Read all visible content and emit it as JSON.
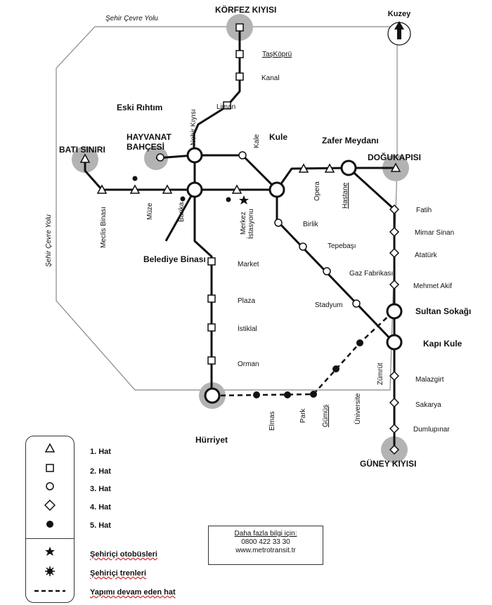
{
  "ring_road": {
    "label_top": "Şehir Çevre Yolu",
    "label_left": "Şehir Çevre Yolu"
  },
  "compass": {
    "label": "Kuzey"
  },
  "terminals": {
    "north": "KÖRFEZ KIYISI",
    "west": "BATI SINIRI",
    "east": "DOĞUKAPISI",
    "south": "GÜNEY KIYISI"
  },
  "hubs": {
    "eski_rihtim": "Eski Rıhtım",
    "hayvanat_line1": "HAYVANAT",
    "hayvanat_line2": "BAHÇESİ",
    "kule": "Kule",
    "zafer": "Zafer Meydanı",
    "belediye": "Belediye Binası",
    "sultan": "Sultan Sokağı",
    "kapi_kule": "Kapı Kule",
    "hurriyet": "Hürriyet"
  },
  "stations": {
    "taskopru": "TaşKöprü",
    "kanal": "Kanal",
    "liman": "Liman",
    "nehir_kiyisi": "Nehir Kıyısı",
    "kale": "Kale",
    "opera": "Opera",
    "hastane": "Hastane",
    "meclis": "Meclis Binası",
    "muze": "Müze",
    "banka": "Banka",
    "merkez_line1": "Merkez",
    "merkez_line2": "İstasyonu",
    "birlik": "Birlik",
    "tepebasi": "Tepebaşı",
    "gaz": "Gaz Fabrikası",
    "stadyum": "Stadyum",
    "market": "Market",
    "plaza": "Plaza",
    "istiklal": "İstiklal",
    "orman": "Orman",
    "fatih": "Fatih",
    "mimar": "Mimar Sinan",
    "ataturk": "Atatürk",
    "mehmet": "Mehmet Akif",
    "zumrut": "Zümrüt",
    "universite": "Üniversite",
    "malazgirt": "Malazgirt",
    "sakarya": "Sakarya",
    "dumlupinar": "Dumlupınar",
    "elmas": "Elmas",
    "park": "Park",
    "gumus": "Gümüş"
  },
  "legend": {
    "line1": "1. Hat",
    "line2": "2. Hat",
    "line3": "3. Hat",
    "line4": "4. Hat",
    "line5": "5. Hat",
    "buses": "Şehiriçi otobüsleri",
    "trains": "Şehiriçi trenleri",
    "construction": "Yapımı devam eden hat"
  },
  "info": {
    "line1": "Daha fazla bilgi için:",
    "line2": "0800 422 33 30",
    "line3": "www.metrotransit.tr"
  }
}
